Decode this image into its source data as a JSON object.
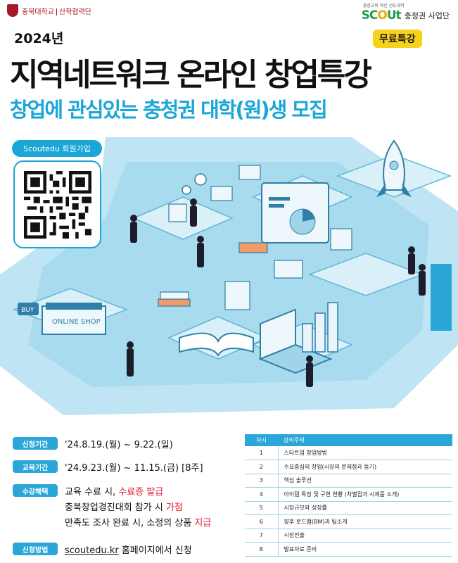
{
  "header": {
    "left_logo_main": "충북대학교",
    "left_logo_sub": "산학협력단",
    "right_logo_small": "창업교육 혁신 선도대학",
    "right_logo_brand_a": "SC",
    "right_logo_brand_o": "O",
    "right_logo_brand_b": "Ut",
    "right_logo_region": "충청권 사업단"
  },
  "year": "2024년",
  "badge": "무료특강",
  "title": "지역네트워크 온라인 창업특강",
  "subtitle": "창업에 관심있는 충청권 대학(원)생 모집",
  "qr": {
    "label": "Scoutedu 회원가입"
  },
  "illustration": {
    "shop_sign": "ONLINE SHOP",
    "buy_sign": "BUY"
  },
  "info": {
    "apply_period": {
      "label": "신청기간",
      "value": "'24.8.19.(월) ~ 9.22.(일)"
    },
    "edu_period": {
      "label": "교육기간",
      "value": "'24.9.23.(월) ~ 11.15.(금) [8주]"
    },
    "benefits": {
      "label": "수강혜택",
      "line1_a": "교육 수료 시, ",
      "line1_b": "수료증 발급",
      "line2_a": "충북창업경진대회 참가 시 ",
      "line2_b": "가점",
      "line3_a": "만족도 조사 완료 시, 소정의 상품 ",
      "line3_b": "지급"
    },
    "method": {
      "label": "신청방법",
      "link": "scoutedu.kr",
      "value": " 홈페이지에서 신청"
    }
  },
  "schedule": {
    "headers": [
      "차시",
      "강의주제"
    ],
    "rows": [
      {
        "num": "1",
        "topic": "스타트업 창업방법"
      },
      {
        "num": "2",
        "topic": "수요중심의 창업(시장의 문제점과 동기)"
      },
      {
        "num": "3",
        "topic": "핵심 솔루션"
      },
      {
        "num": "4",
        "topic": "아이템 특징 및 구현 현황 (차별점과 시제품 소개)"
      },
      {
        "num": "5",
        "topic": "시장규모와 성장률"
      },
      {
        "num": "6",
        "topic": "향후 로드맵(BM)과 팀소개"
      },
      {
        "num": "7",
        "topic": "시장진출"
      },
      {
        "num": "8",
        "topic": "발표자료 준비"
      }
    ]
  },
  "colors": {
    "accent": "#1aa6d6",
    "badge": "#f7d21b",
    "highlight": "#e0162b",
    "brand": "#a8182c"
  }
}
